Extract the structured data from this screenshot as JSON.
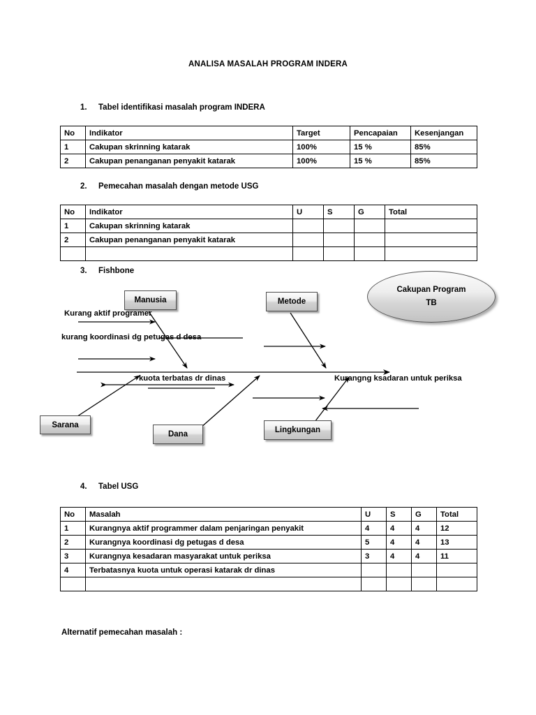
{
  "document": {
    "title": "ANALISA MASALAH PROGRAM INDERA",
    "footer_note": "Alternatif pemecahan masalah :"
  },
  "sections": [
    {
      "num": "1.",
      "label": "Tabel identifikasi masalah program INDERA"
    },
    {
      "num": "2.",
      "label": "Pemecahan masalah dengan metode USG"
    },
    {
      "num": "3.",
      "label": "Fishbone"
    },
    {
      "num": "4.",
      "label": "Tabel USG"
    }
  ],
  "table_identifikasi": {
    "headers": [
      "No",
      "Indikator",
      "Target",
      "Pencapaian",
      "Kesenjangan"
    ],
    "rows": [
      [
        "1",
        "Cakupan skrinning katarak",
        "100%",
        "15 %",
        "85%"
      ],
      [
        "2",
        "Cakupan penanganan penyakit katarak",
        "100%",
        "15 %",
        "85%"
      ]
    ]
  },
  "table_usg_kosong": {
    "headers": [
      "No",
      "Indikator",
      "U",
      "S",
      "G",
      "Total"
    ],
    "rows": [
      [
        "1",
        "Cakupan skrinning katarak",
        "",
        "",
        "",
        ""
      ],
      [
        "2",
        "Cakupan penanganan penyakit katarak",
        "",
        "",
        "",
        ""
      ],
      [
        "",
        "",
        "",
        "",
        "",
        ""
      ]
    ]
  },
  "table_usg": {
    "headers": [
      "No",
      "Masalah",
      "U",
      "S",
      "G",
      "Total"
    ],
    "rows": [
      [
        "1",
        "Kurangnya aktif programmer dalam penjaringan penyakit",
        "4",
        "4",
        "4",
        "12"
      ],
      [
        "2",
        "Kurangnya koordinasi dg petugas d desa",
        "5",
        "4",
        "4",
        "13"
      ],
      [
        "3",
        "Kurangnya kesadaran masyarakat untuk periksa",
        "3",
        "4",
        "4",
        "11"
      ],
      [
        "4",
        "Terbatasnya kuota untuk operasi katarak dr dinas",
        "",
        "",
        "",
        ""
      ],
      [
        "",
        "",
        "",
        "",
        "",
        ""
      ]
    ]
  },
  "fishbone": {
    "effect": {
      "line1": "Cakupan Program",
      "line2": "TB"
    },
    "categories": [
      {
        "key": "manusia",
        "label": "Manusia"
      },
      {
        "key": "metode",
        "label": "Metode"
      },
      {
        "key": "sarana",
        "label": "Sarana"
      },
      {
        "key": "dana",
        "label": "Dana"
      },
      {
        "key": "lingkungan",
        "label": "Lingkungan"
      }
    ],
    "causes": [
      {
        "key": "cause-1",
        "label": "Kurang aktif programer"
      },
      {
        "key": "cause-2",
        "label": "kurang koordinasi dg petugas d desa"
      },
      {
        "key": "cause-3",
        "label": "kuota terbatas dr dinas"
      },
      {
        "key": "cause-4",
        "label": "Kurangng ksadaran untuk periksa"
      }
    ]
  }
}
